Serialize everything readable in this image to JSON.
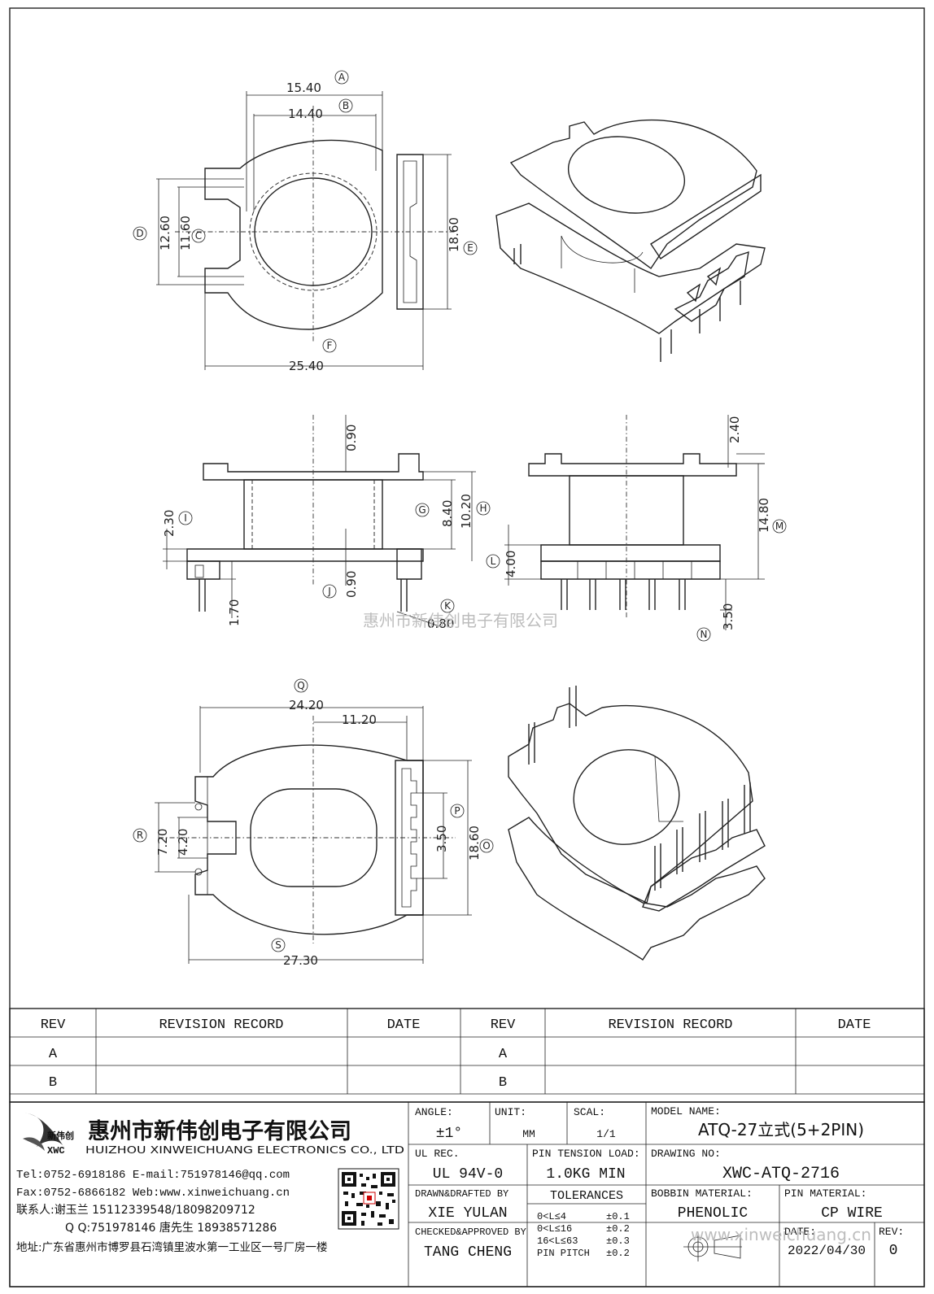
{
  "dimensions": {
    "A": "A",
    "B": "B",
    "C": "C",
    "D": "D",
    "E": "E",
    "F": "F",
    "G": "G",
    "H": "H",
    "I": "I",
    "J": "J",
    "K": "K",
    "L": "L",
    "M": "M",
    "N": "N",
    "O": "O",
    "P": "P",
    "Q": "Q",
    "R": "R",
    "S": "S",
    "a_val": "15.40",
    "b_val": "14.40",
    "c_val": "11.60",
    "d_val": "12.60",
    "e_val": "18.60",
    "f_val": "25.40",
    "side_top": "0.90",
    "g_val": "8.40",
    "h_val": "10.20",
    "i_val": "2.30",
    "j_val": "0.90",
    "pin_len": "1.70",
    "k_val": "0.80",
    "top_right": "2.40",
    "m_val": "14.80",
    "l_val": "4.00",
    "n_val": "3.50",
    "q_val": "24.20",
    "half_val": "11.20",
    "r_val": "7.20",
    "r_inner": "4.20",
    "p_val": "3.50",
    "o_val": "18.60",
    "s_val": "27.30"
  },
  "watermark": {
    "center": "惠州市新伟创电子有限公司",
    "bottom": "www.xinweichuang.cn"
  },
  "revision_table": {
    "headers": [
      "REV",
      "REVISION RECORD",
      "DATE",
      "REV",
      "REVISION RECORD",
      "DATE"
    ],
    "rows": [
      [
        "A",
        "A"
      ],
      [
        "B",
        "B"
      ]
    ]
  },
  "company": {
    "logo_text": "新伟创",
    "logo_sub": "XWC",
    "name_cn": "惠州市新伟创电子有限公司",
    "name_en": "HUIZHOU XINWEICHUANG ELECTRONICS CO., LTD",
    "tel": "Tel:0752-6918186 E-mail:751978146@qq.com",
    "fax": "Fax:0752-6866182 Web:www.xinweichuang.cn",
    "contact": "联系人:谢玉兰 15112339548/18098209712",
    "qq": "Q Q:751978146    唐先生 18938571286",
    "address": "地址:广东省惠州市博罗县石湾镇里波水第一工业区一号厂房一楼"
  },
  "title_block": {
    "angle_label": "ANGLE:",
    "angle_value": "±1°",
    "unit_label": "UNIT:",
    "unit_value": "MM",
    "scale_label": "SCAL:",
    "scale_value": "1/1",
    "model_label": "MODEL NAME:",
    "model_value": "ATQ-27立式(5+2PIN)",
    "ul_label": "UL REC.",
    "ul_value": "UL 94V-0",
    "pin_tension_label": "PIN TENSION LOAD:",
    "pin_tension_value": "1.0KG MIN",
    "drawing_label": "DRAWING NO:",
    "drawing_value": "XWC-ATQ-2716",
    "drafted_label": "DRAWN&DRAFTED BY",
    "drafted_value": "XIE YULAN",
    "tolerances_label": "TOLERANCES",
    "bobbin_label": "BOBBIN MATERIAL:",
    "bobbin_value": "PHENOLIC",
    "pin_material_label": "PIN MATERIAL:",
    "pin_material_value": "CP WIRE",
    "checked_label": "CHECKED&APPROVED BY",
    "checked_value": "TANG CHENG",
    "tol_rows": [
      [
        "0<L≤4",
        "±0.1"
      ],
      [
        "0<L≤16",
        "±0.2"
      ],
      [
        "16<L≤63",
        "±0.3"
      ],
      [
        "PIN PITCH",
        "±0.2"
      ]
    ],
    "date_label": "DATE:",
    "date_value": "2022/04/30",
    "rev_label": "REV:",
    "rev_value": "0"
  }
}
